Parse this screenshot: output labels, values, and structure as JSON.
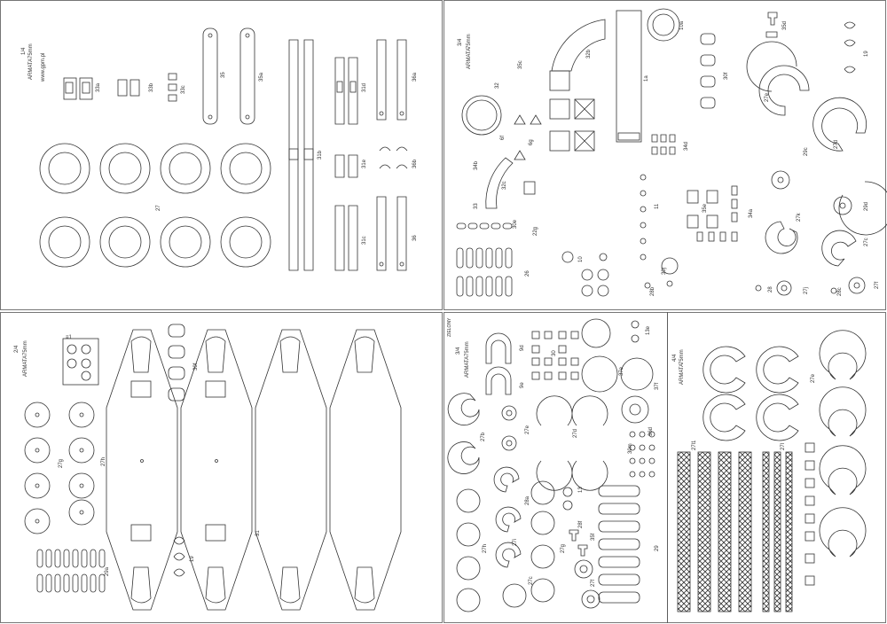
{
  "sheets": {
    "s1": {
      "page": "1/4",
      "title": "ARMATA",
      "scale": "75mm",
      "url": "www.gpm.pl",
      "labels": {
        "p33a": "33a",
        "p33b": "33b",
        "p33c": "33c",
        "p35": "35",
        "p35a": "35a",
        "p31b": "31b",
        "p31d": "31d",
        "p36a": "36a",
        "p31e": "31e",
        "p36b": "36b",
        "p31c": "31c",
        "p36": "36",
        "p27": "27"
      }
    },
    "s2": {
      "page": "2/4",
      "title": "ARMATA",
      "scale": "75mm",
      "labels": {
        "p30f": "30f",
        "p27g": "27g",
        "p27h": "27h",
        "p31": "31",
        "p19": "19",
        "p29a": "29a",
        "p1": "≡1"
      }
    },
    "s3": {
      "page": "3/4",
      "title": "ARMATA",
      "scale": "75mm",
      "labels": {
        "p35c": "35c",
        "p32b": "32b",
        "p1a": "1a",
        "p10a": "10a",
        "p32": "32",
        "p6f": "6f",
        "p6g": "6g",
        "p34d": "34d",
        "p30f": "30f",
        "p35d": "35d",
        "p19": "19",
        "p27e": "27e",
        "p27d": "27d",
        "p29c": "29c",
        "p34b": "34b",
        "p33": "33",
        "p32c": "32c",
        "p30e": "30e",
        "p11": "11",
        "p22g": "22g",
        "p34a": "34a",
        "p35e": "35e",
        "p27k": "27k",
        "p27c": "27c",
        "p26": "26",
        "p10": "10",
        "p30j": "30j",
        "p28b": "28b",
        "p28": "28",
        "p28c": "28c",
        "p29d": "29d",
        "p27j": "27j",
        "p27f": "27f"
      }
    },
    "s4": {
      "page": "3/4",
      "title": "ARMATA",
      "scale": "75mm",
      "tag": "ZIELONY",
      "labels": {
        "p9d": "9d",
        "p9e": "9e",
        "p30": "30",
        "p13e": "13e",
        "p37e": "37e",
        "p37f": "37f",
        "p27e": "27e",
        "p27b": "27b",
        "p27d": "27d",
        "p36d": "36d",
        "p30m": "30m",
        "p27h": "27h",
        "p28a": "28a",
        "p27i": "27i",
        "p13": "13",
        "p27g": "27g",
        "p28f": "28f",
        "p35f": "35f",
        "p29": "29",
        "p27c": "27c",
        "p27f": "27f"
      }
    },
    "s5": {
      "page": "4/4",
      "title": "ARMATA",
      "scale": "75mm",
      "labels": {
        "p27e": "27e",
        "p27l1": "27l1",
        "p27l": "27l"
      }
    }
  },
  "colors": {
    "line": "#333333",
    "border": "#555555",
    "bg": "#ffffff"
  }
}
